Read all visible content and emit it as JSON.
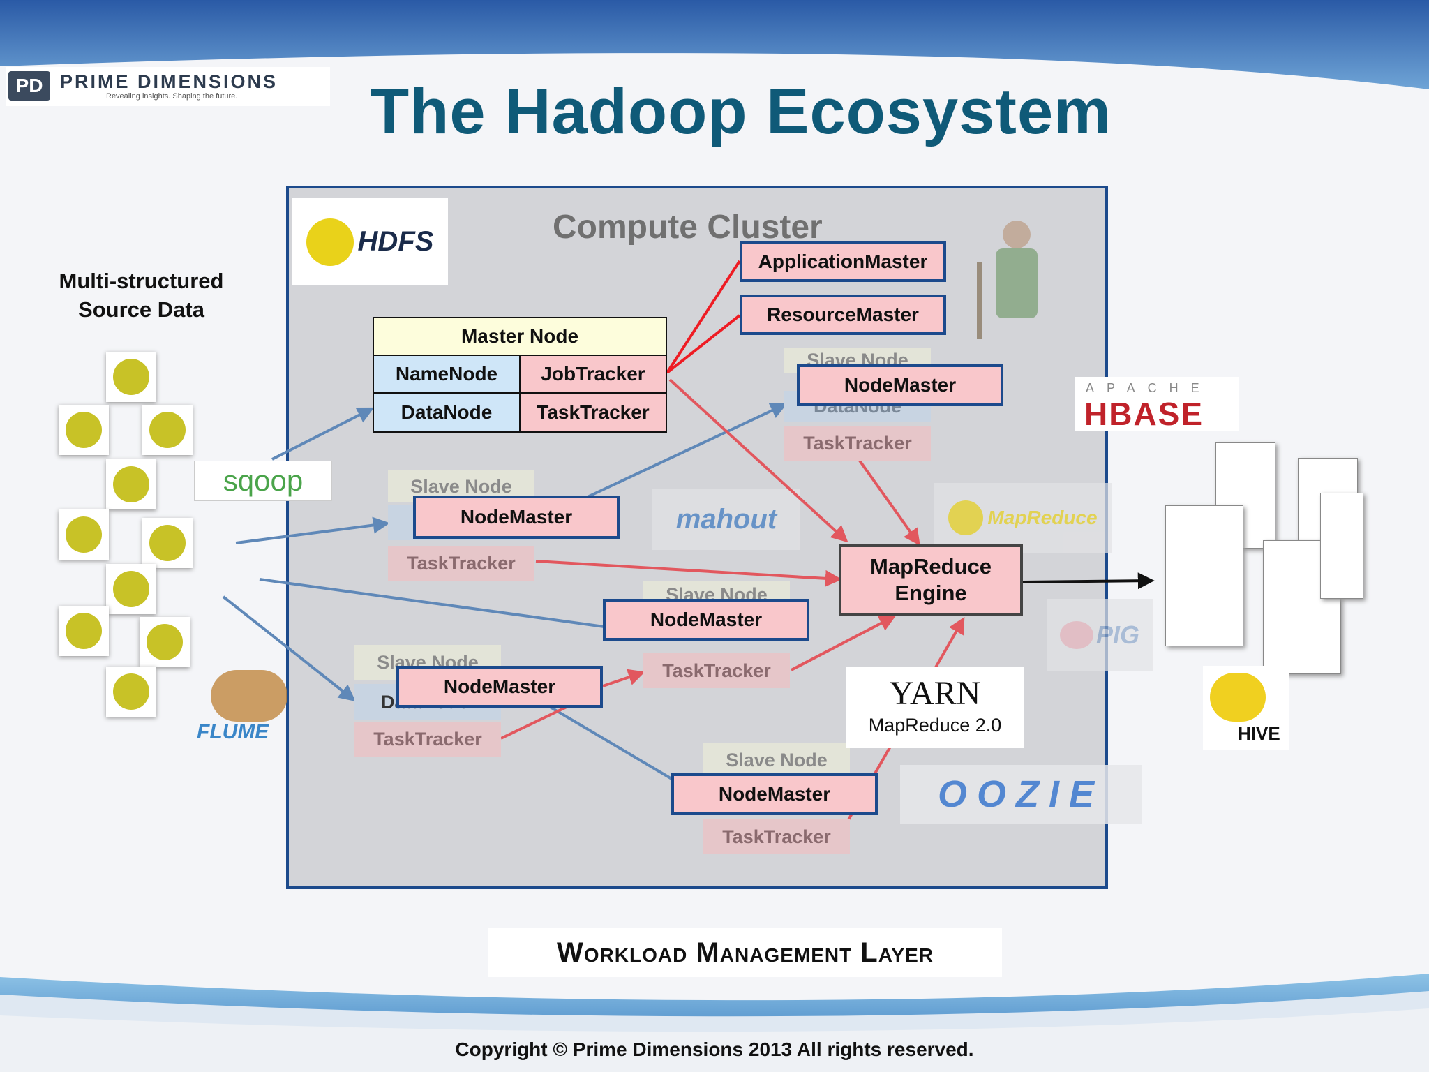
{
  "header": {
    "logo_text": "PRIME DIMENSIONS",
    "logo_tagline": "Revealing insights. Shaping the future.",
    "title": "The Hadoop Ecosystem"
  },
  "source": {
    "label_line1": "Multi-structured",
    "label_line2": "Source Data"
  },
  "cluster": {
    "title": "Compute Cluster",
    "application_master": "ApplicationMaster",
    "resource_master": "ResourceMaster",
    "master_node": {
      "header": "Master Node",
      "namenode": "NameNode",
      "jobtracker": "JobTracker",
      "datanode": "DataNode",
      "tasktracker": "TaskTracker"
    },
    "slave_label": "Slave Node",
    "datanode_ghost": "DataNode",
    "node_master": "NodeMaster",
    "task_tracker": "TaskTracker",
    "mapreduce_engine_line1": "MapReduce",
    "mapreduce_engine_line2": "Engine",
    "yarn_title": "YARN",
    "yarn_sub": "MapReduce 2.0"
  },
  "logos": {
    "hdfs": "HDFS",
    "sqoop": "sqoop",
    "mahout": "mahout",
    "flume": "FLUME",
    "hbase_top": "APACHE",
    "hbase": "HBASE",
    "mapreduce": "MapReduce",
    "pig": "PIG",
    "hive": "HIVE",
    "oozie": "OOZIE"
  },
  "footer": {
    "layer": "Workload Management Layer",
    "copyright": "Copyright © Prime Dimensions 2013 All rights reserved."
  },
  "colors": {
    "title": "#0f5a78",
    "accent_blue": "#1c4a8c",
    "pink": "#f9c7cb",
    "arrow_red": "#e2575e",
    "arrow_blue": "#5f88b8"
  }
}
